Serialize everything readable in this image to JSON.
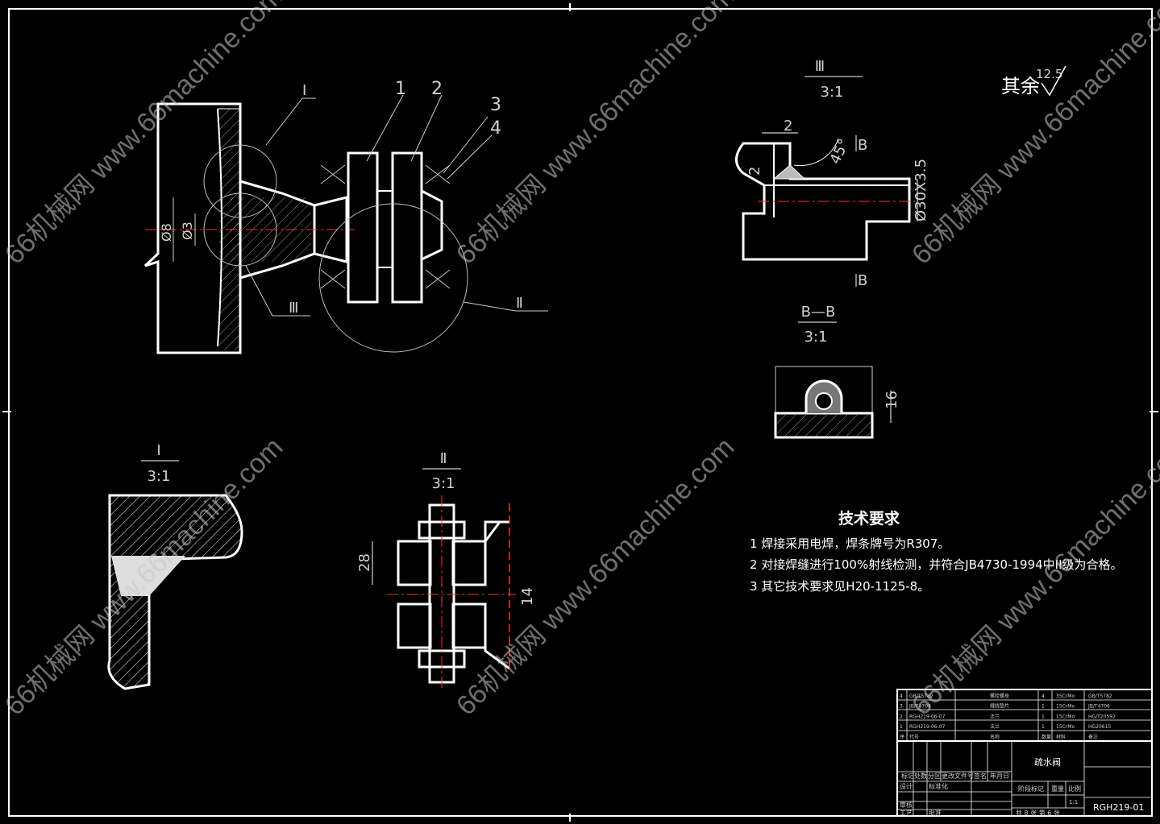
{
  "views": {
    "detail_III": {
      "label": "Ⅲ",
      "scale": "3:1"
    },
    "section_BB": {
      "label": "B—B",
      "scale": "3:1"
    },
    "detail_I": {
      "label": "Ⅰ",
      "scale": "3:1"
    },
    "detail_II": {
      "label": "Ⅱ",
      "scale": "3:1"
    }
  },
  "main_view": {
    "callouts": [
      "1",
      "2",
      "3",
      "4"
    ],
    "detail_marks": [
      "Ⅰ",
      "Ⅱ",
      "Ⅲ"
    ],
    "dims": [
      "Ø8",
      "Ø3"
    ]
  },
  "detail_III_dims": {
    "d1": "2",
    "d2": "2",
    "angle": "45°",
    "section_mark": "B",
    "pipe": "Ø30X3.5"
  },
  "section_BB_dims": {
    "height": "16"
  },
  "detail_II_dims": {
    "d28": "28",
    "d14": "14"
  },
  "roughness": {
    "label": "其余",
    "value": "12.5"
  },
  "tech_requirements": {
    "title": "技术要求",
    "items": [
      "1 焊接采用电焊，焊条牌号为R307。",
      "2 对接焊缝进行100%射线检测，并符合JB4730-1994中II级为合格。",
      "3 其它技术要求见H20-1125-8。"
    ]
  },
  "title_block": {
    "name": "疏水阀",
    "drawing_no": "RGH219-01",
    "headers": [
      "标记",
      "处数",
      "分区",
      "更改文件号",
      "签名",
      "年月日"
    ],
    "rows_left": [
      "设计",
      "标准化",
      "审核",
      "工艺",
      "批准"
    ],
    "meta": [
      "阶段标记",
      "重量",
      "比例"
    ],
    "scale": "1:1",
    "sheet": "共 8 张 第 6 张"
  },
  "bom": [
    {
      "no": "4",
      "code": "GB/T5782",
      "name": "螺栓螺母",
      "qty": "4",
      "mat": "35CrMo",
      "note": "GB/T5782"
    },
    {
      "no": "3",
      "code": "JB/T4706",
      "name": "缠绕垫片",
      "qty": "1",
      "mat": "15CrMo",
      "note": "JB/T4706"
    },
    {
      "no": "2",
      "code": "RGH219-06-07",
      "name": "法兰",
      "qty": "1",
      "mat": "15CrMo",
      "note": "HG/T20592"
    },
    {
      "no": "1",
      "code": "RGH219-06-07",
      "name": "法兰",
      "qty": "1",
      "mat": "15CrMo",
      "note": "HG20615"
    }
  ],
  "bom_header": [
    "序",
    "代号",
    "名称",
    "数量",
    "材料",
    "备注"
  ],
  "watermark": "66机械网 www.66machine.com"
}
